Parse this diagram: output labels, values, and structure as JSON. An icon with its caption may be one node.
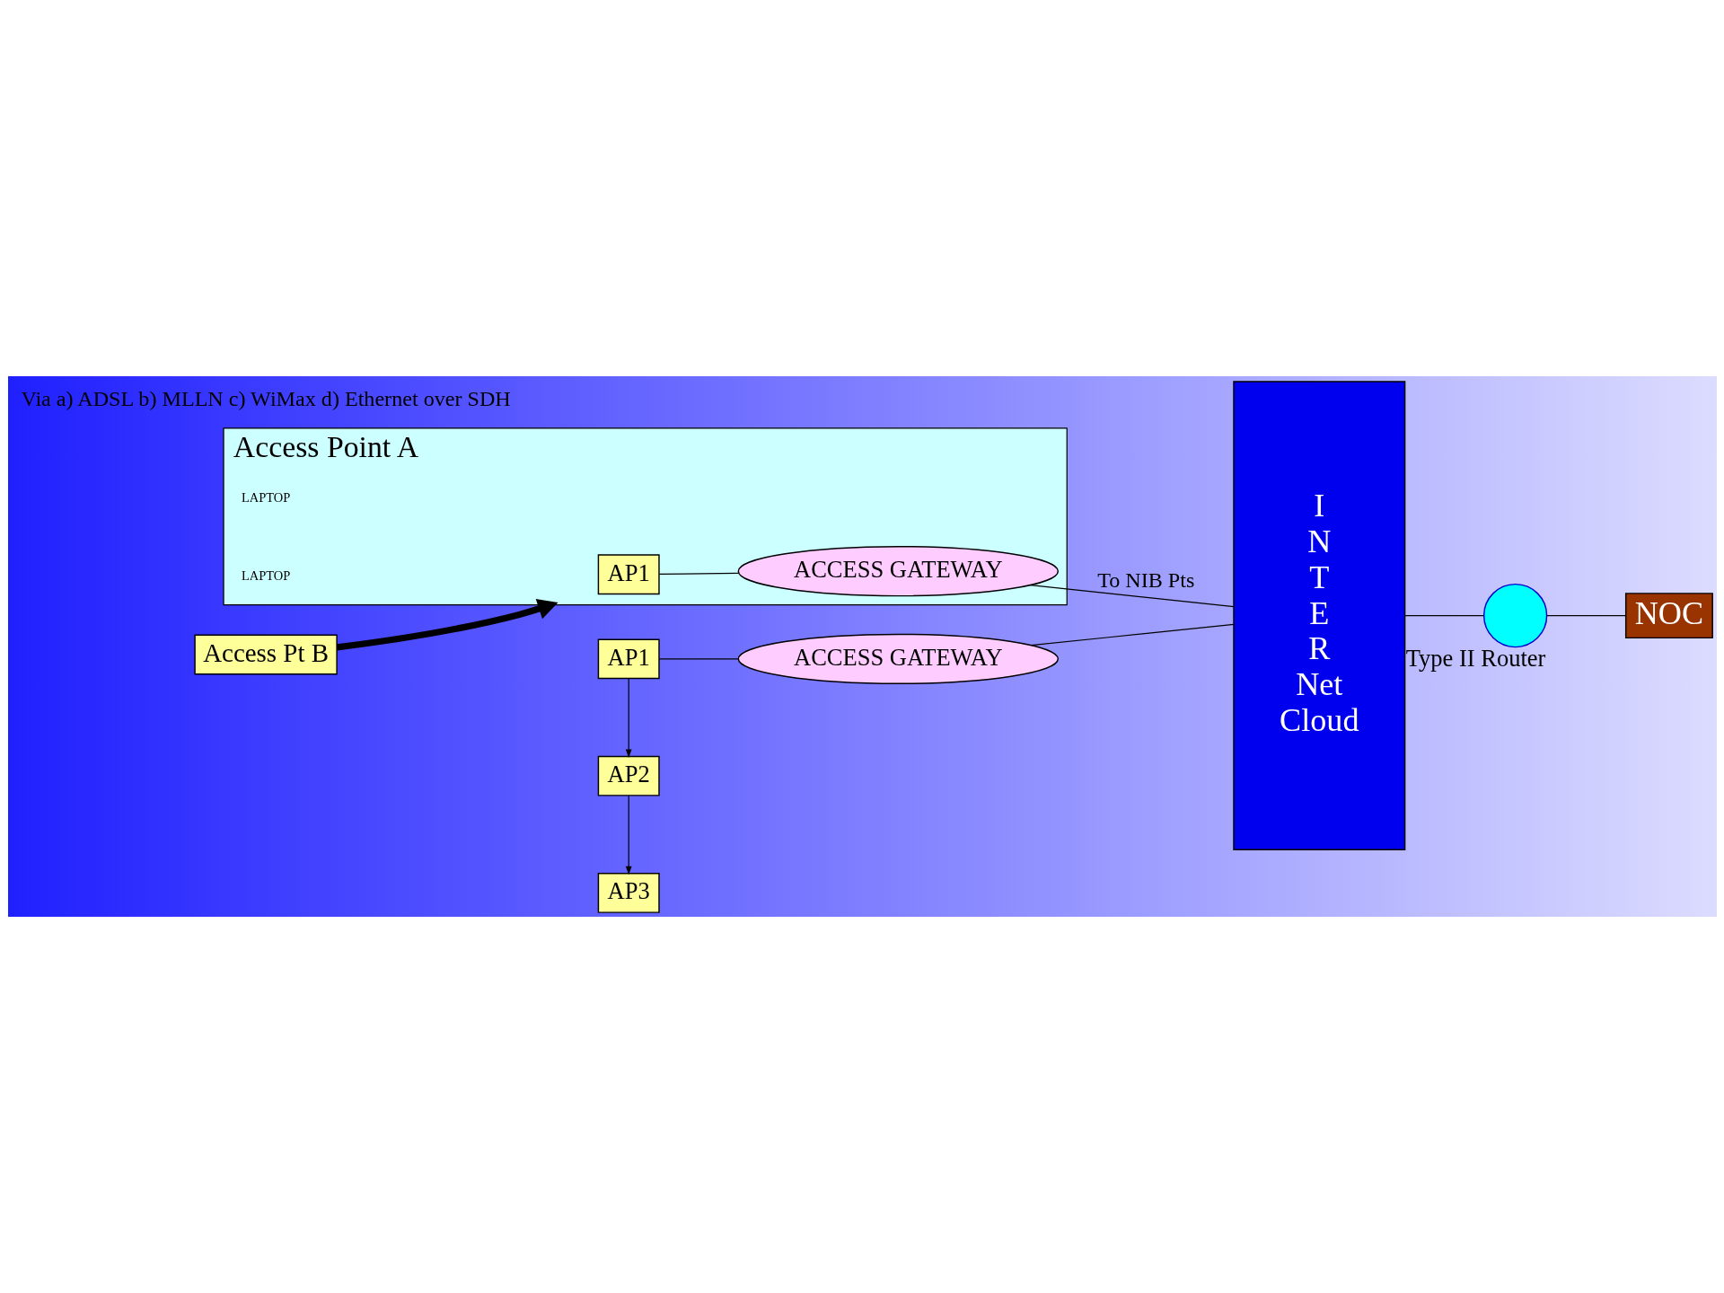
{
  "diagram": {
    "nodes": [
      {
        "text": [
          "Access Point A"
        ]
      },
      {
        "text": [
          "AP1"
        ],
        "in": 0
      },
      {
        "text": [
          "ACCESS GATEWAY"
        ],
        "in": 0
      },
      {
        "text": [
          "I N T E R Net Cloud"
        ]
      },
      {
        "text": [
          "Access Pt B"
        ]
      },
      {
        "text": [
          "AP1"
        ]
      },
      {
        "text": [
          "AP2"
        ]
      },
      {
        "text": [
          "AP3"
        ]
      },
      {
        "text": [
          "ACCESS GATEWAY"
        ]
      },
      {
        "text": [],
        "shape": "circle",
        "beside": [
          "Type II Router"
        ]
      },
      {
        "text": [
          "NOC"
        ]
      }
    ],
    "edges": [
      {
        "from": 1,
        "to": 2,
        "arrow": "none"
      },
      {
        "from": 2,
        "to": 3,
        "arrow": "none",
        "label": "To NIB Pts"
      },
      {
        "from": 4,
        "to": 0,
        "arrow": "to",
        "style": "thick"
      },
      {
        "from": 5,
        "to": 8,
        "arrow": "none"
      },
      {
        "from": 5,
        "to": 6,
        "arrow": "to"
      },
      {
        "from": 6,
        "to": 7,
        "arrow": "to"
      },
      {
        "from": 8,
        "to": 3,
        "arrow": "none"
      },
      {
        "from": 3,
        "to": 9,
        "arrow": "none"
      },
      {
        "from": 9,
        "to": 10,
        "arrow": "none"
      }
    ],
    "labels": [
      "LAPTOP",
      "LAPTOP",
      "Via a) ADSL b) MLLN c) WiMax d) Ethernet over SDH"
    ]
  }
}
